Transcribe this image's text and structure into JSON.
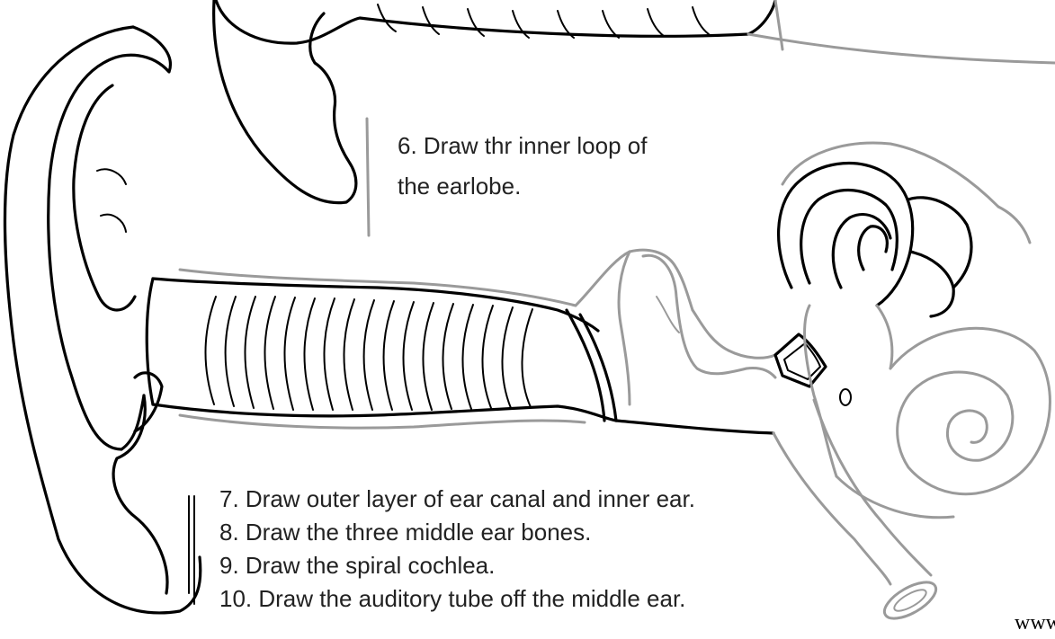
{
  "step_6": {
    "line_1": "6. Draw thr inner loop of",
    "line_2": "the earlobe."
  },
  "steps_7_10": [
    "7. Draw outer layer of ear canal and inner ear.",
    "8. Draw the three middle ear bones.",
    "9. Draw the spiral cochlea.",
    "10. Draw the auditory tube off the middle ear."
  ],
  "watermark": "www",
  "colors": {
    "ink": "#000000",
    "guide": "#9a9a9a",
    "text": "#222222",
    "background": "#ffffff"
  }
}
